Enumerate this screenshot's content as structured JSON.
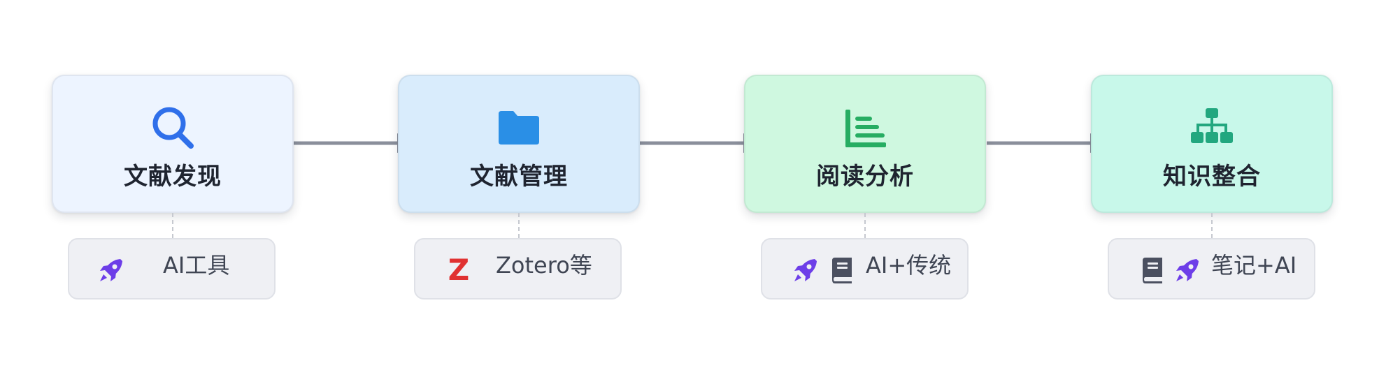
{
  "stages": [
    {
      "title": "文献发现",
      "icon": "search-icon",
      "bg": "#edf4ff",
      "icon_color": "#2f6fea"
    },
    {
      "title": "文献管理",
      "icon": "folder-icon",
      "bg": "#d9ecfc",
      "icon_color": "#2a8fe6"
    },
    {
      "title": "阅读分析",
      "icon": "bar-chart-icon",
      "bg": "#cff8e0",
      "icon_color": "#26ad62"
    },
    {
      "title": "知识整合",
      "icon": "sitemap-icon",
      "bg": "#c8f8ea",
      "icon_color": "#22a77f"
    }
  ],
  "tools": [
    {
      "label": "AI工具",
      "icons": [
        "rocket-icon"
      ]
    },
    {
      "label": "Zotero等",
      "icons": [
        "zotero-z-icon"
      ],
      "z_letter": "Z"
    },
    {
      "label": "AI+传统",
      "icons": [
        "rocket-icon",
        "book-icon"
      ]
    },
    {
      "label": "笔记+AI",
      "icons": [
        "book-icon",
        "rocket-icon"
      ]
    }
  ],
  "colors": {
    "arrow": "#8a8f9b",
    "rocket": "#6d3ee8",
    "book": "#4b5060",
    "zotero": "#e03131",
    "tool_bg": "#eff0f4",
    "dash": "#c6c9d0"
  }
}
